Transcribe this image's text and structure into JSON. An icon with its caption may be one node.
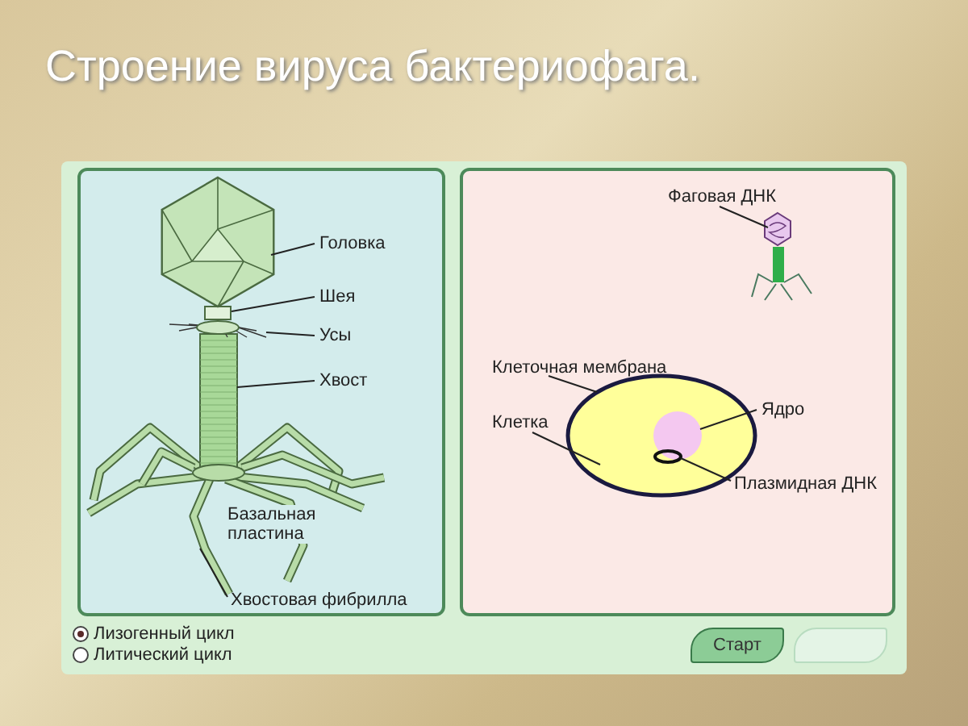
{
  "diagram": {
    "title": "Строение вируса бактериофага.",
    "nodes": [
      {
        "text": [
          "Головка"
        ]
      },
      {
        "text": [],
        "shape": "picture"
      },
      {
        "text": [
          "Шея"
        ]
      },
      {
        "text": [],
        "shape": "box"
      },
      {
        "text": [
          "Усы"
        ]
      },
      {
        "text": [],
        "shape": "picture"
      },
      {
        "text": [
          "Хвост"
        ]
      },
      {
        "text": [],
        "shape": "picture"
      },
      {
        "text": [
          "Хвостовая фибрилла"
        ]
      },
      {
        "text": [],
        "shape": "picture"
      },
      {
        "text": [
          "Фаговая ДНК"
        ]
      },
      {
        "text": [],
        "shape": "picture"
      },
      {
        "text": [
          "Клеточная мембрана"
        ]
      },
      {
        "text": [
          "Клетка"
        ]
      },
      {
        "text": [],
        "shape": "circle"
      },
      {
        "text": [
          "Ядро"
        ]
      },
      {
        "text": [],
        "shape": "circle",
        "in": 14
      },
      {
        "text": [
          "Плазмидная ДНК"
        ]
      },
      {
        "text": [],
        "shape": "circle",
        "in": 14
      }
    ],
    "edges": [
      {
        "from": 0,
        "to": 1,
        "arrow": "none"
      },
      {
        "from": 2,
        "to": 3,
        "arrow": "none"
      },
      {
        "from": 4,
        "to": 5,
        "arrow": "none"
      },
      {
        "from": 6,
        "to": 7,
        "arrow": "none"
      },
      {
        "from": 8,
        "to": 9,
        "arrow": "none"
      },
      {
        "from": 10,
        "to": 11,
        "arrow": "none"
      },
      {
        "from": 12,
        "to": null,
        "arrow": "none"
      },
      {
        "from": 13,
        "to": 14,
        "arrow": "none"
      },
      {
        "from": 15,
        "to": 16,
        "arrow": "none"
      },
      {
        "from": 17,
        "to": 18,
        "arrow": "none"
      }
    ],
    "labels": [
      "Базальная пластина",
      "Лизогенный цикл",
      "Литический цикл",
      "Старт"
    ]
  }
}
